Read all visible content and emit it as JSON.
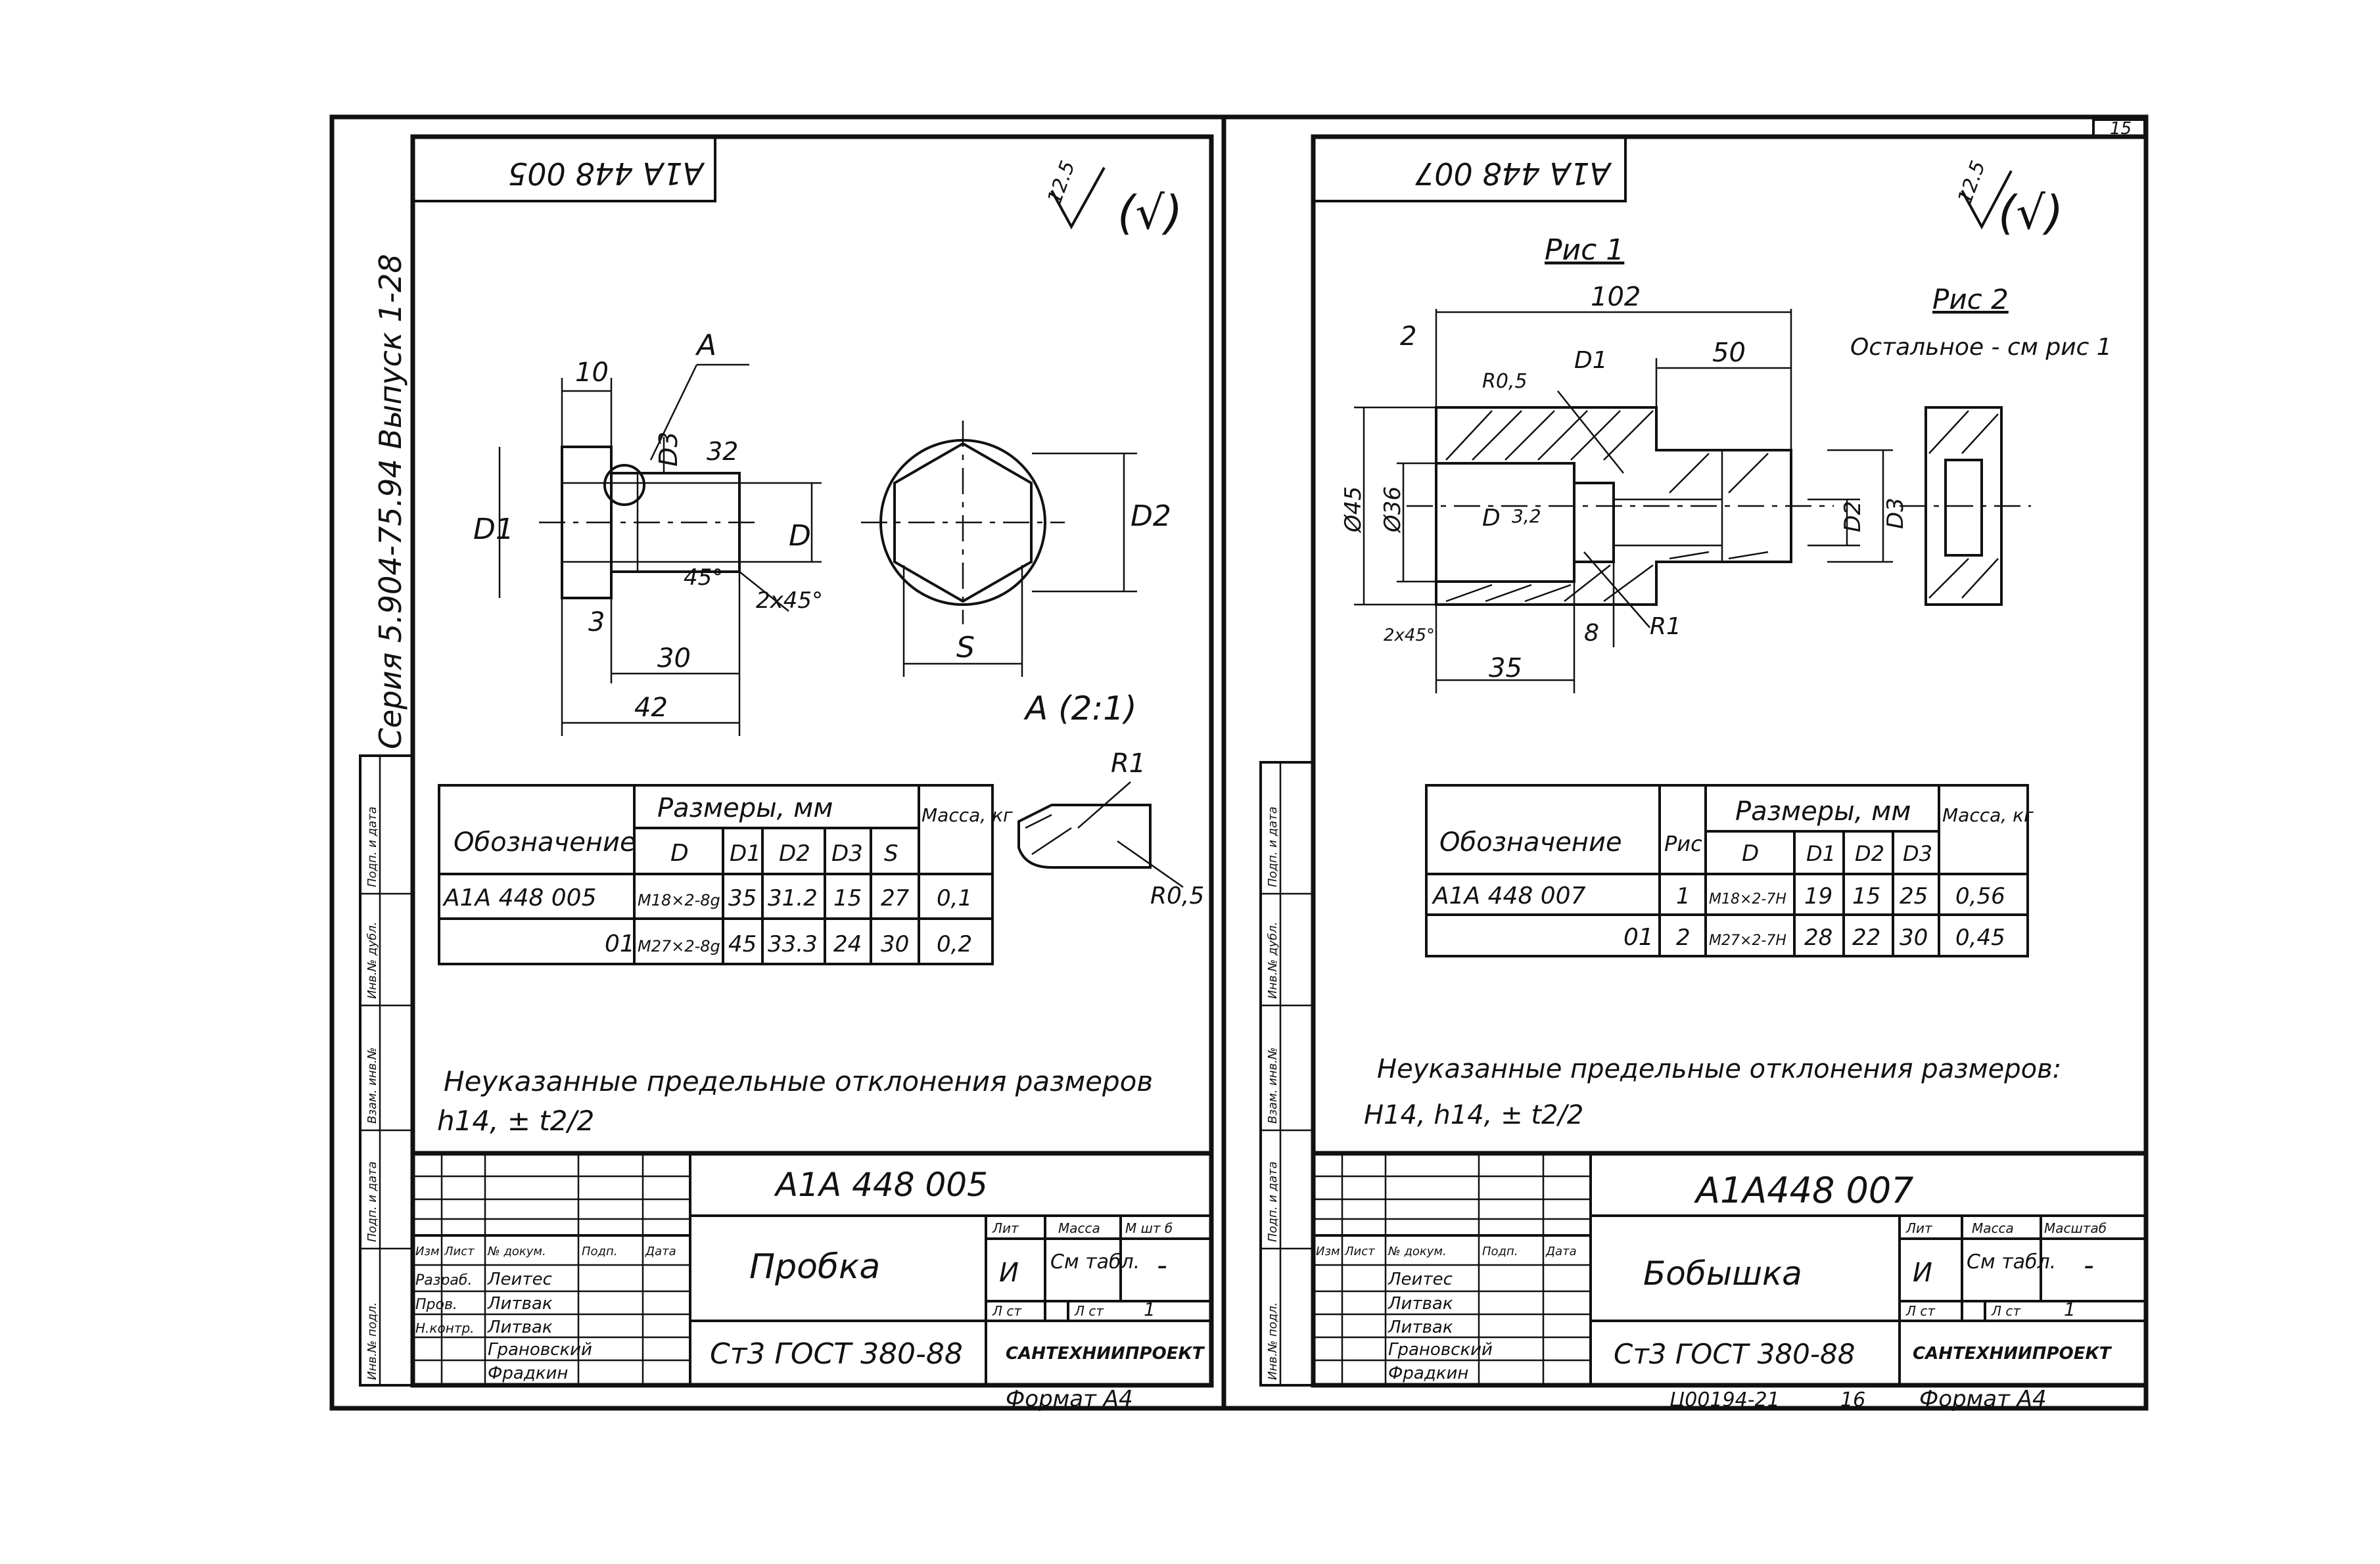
{
  "page": {
    "number": "15",
    "note": "Ц00194-21",
    "sheet": "16"
  },
  "series": {
    "side_text": "Серия 5.904-75.94   Выпуск 1-28"
  },
  "stamps": {
    "left": "(√)",
    "right": "(√)",
    "roughness": "12.5"
  },
  "left_sheet": {
    "code_rotated": "А1А 448 005",
    "view_label": "А",
    "detail_label": "А (2:1)",
    "dims": {
      "d10": "10",
      "d32": "32",
      "d3": "3",
      "d30": "30",
      "d42": "42",
      "ch45": "45°",
      "ch2x45": "2х45°",
      "D1": "D1",
      "D3": "D3",
      "D": "D",
      "D2": "D2",
      "S": "S",
      "R1": "R1",
      "R05": "R0,5"
    },
    "table": {
      "col_designation": "Обозначение",
      "col_sizes": "Размеры, мм",
      "col_mass": "Масса, кг",
      "sub_cols": [
        "D",
        "D1",
        "D2",
        "D3",
        "S"
      ],
      "rows": [
        {
          "designation": "А1А 448 005",
          "D": "М18×2-8g",
          "D1": "35",
          "D2": "31.2",
          "D3": "15",
          "S": "27",
          "mass": "0,1"
        },
        {
          "designation": "01",
          "D": "М27×2-8g",
          "D1": "45",
          "D2": "33.3",
          "D3": "24",
          "S": "30",
          "mass": "0,2"
        }
      ]
    },
    "note_line1": "Неуказанные   предельные   отклонения   размеров",
    "note_line2": "h14,  ± t2/2",
    "title_block": {
      "code": "А1А 448 005",
      "name": "Пробка",
      "material": "Ст3 ГОСТ 380-88",
      "org": "САНТЕХНИИПРОЕКТ",
      "lit_label": "Лит",
      "mass_label": "Масса",
      "scale_label": "М шт б",
      "lit_value": "И",
      "mass_value": "См табл.",
      "scale_value": "-",
      "sheet_label": "Л ст",
      "sheets_label": "Л ст",
      "sheets_value": "1",
      "rows": [
        {
          "role": "Разраб.",
          "name": "Леитес"
        },
        {
          "role": "Пров.",
          "name": "Литвак"
        },
        {
          "role": "Н.контр.",
          "name": "Литвак"
        },
        {
          "role": "",
          "name": "Грановский"
        },
        {
          "role": "",
          "name": "Фрадкин"
        }
      ],
      "header": [
        "Изм",
        "Лист",
        "№ докум.",
        "Подп.",
        "Дата"
      ]
    },
    "format": "Формат А4"
  },
  "right_sheet": {
    "code_rotated": "А1А 448 007",
    "fig1_label": "Рис 1",
    "fig2_label": "Рис 2",
    "fig2_note": "Остальное - см рис 1",
    "dims": {
      "d102": "102",
      "d2": "2",
      "d50": "50",
      "R05": "R0,5",
      "D1": "D1",
      "phi45": "Ø45",
      "phi36": "Ø36",
      "D": "D",
      "d32": "3,2",
      "D2": "D2",
      "D3": "D3",
      "ch2x45": "2х45°",
      "d8": "8",
      "R1": "R1",
      "d35": "35"
    },
    "table": {
      "col_designation": "Обозначение",
      "col_fig": "Рис",
      "col_sizes": "Размеры, мм",
      "col_mass": "Масса, кг",
      "sub_cols": [
        "D",
        "D1",
        "D2",
        "D3"
      ],
      "rows": [
        {
          "designation": "А1А 448 007",
          "fig": "1",
          "D": "М18×2-7Н",
          "D1": "19",
          "D2": "15",
          "D3": "25",
          "mass": "0,56"
        },
        {
          "designation": "01",
          "fig": "2",
          "D": "М27×2-7Н",
          "D1": "28",
          "D2": "22",
          "D3": "30",
          "mass": "0,45"
        }
      ]
    },
    "note_line1": "Неуказанные   предельные   отклонения   размеров:",
    "note_line2": "Н14,   h14,   ± t2/2",
    "title_block": {
      "code": "А1А448 007",
      "name": "Бобышка",
      "material": "Ст3   ГОСТ 380-88",
      "org": "САНТЕХНИИПРОЕКТ",
      "lit_label": "Лит",
      "mass_label": "Масса",
      "scale_label": "Масштаб",
      "lit_value": "И",
      "mass_value": "См табл.",
      "scale_value": "-",
      "sheet_label": "Л ст",
      "sheets_label": "Л ст",
      "sheets_value": "1",
      "rows": [
        {
          "role": "",
          "name": "Леитес"
        },
        {
          "role": "",
          "name": "Литвак"
        },
        {
          "role": "",
          "name": "Литвак"
        },
        {
          "role": "",
          "name": "Грановский"
        },
        {
          "role": "",
          "name": "Фрадкин"
        }
      ],
      "header": [
        "Изм",
        "Лист",
        "№ докум.",
        "Подп.",
        "Дата"
      ]
    },
    "format": "Формат А4"
  },
  "side_strip": {
    "labels": [
      "Инв.№ подл.",
      "Подп. и дата",
      "Взам. инв.№",
      "Инв.№ дубл.",
      "Подп. и дата"
    ]
  }
}
